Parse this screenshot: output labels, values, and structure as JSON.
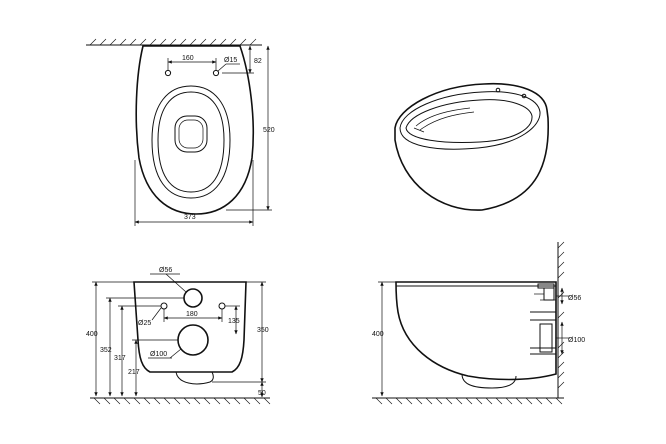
{
  "dimensions": {
    "top_view": {
      "hole_spacing": "160",
      "hole_dia": "Ø15",
      "hole_offset": "82",
      "depth": "520",
      "width": "373"
    },
    "front_view": {
      "outlet_dia": "Ø56",
      "bolt_spacing": "180",
      "bolt_dia": "Ø25",
      "bolt_height": "135",
      "inlet_dia": "Ø100",
      "h400": "400",
      "h352": "352",
      "h317": "317",
      "h217": "217",
      "h350": "350",
      "h50": "50"
    },
    "side_view": {
      "outlet_dia": "Ø56",
      "inlet_dia": "Ø100",
      "h400": "400"
    }
  }
}
